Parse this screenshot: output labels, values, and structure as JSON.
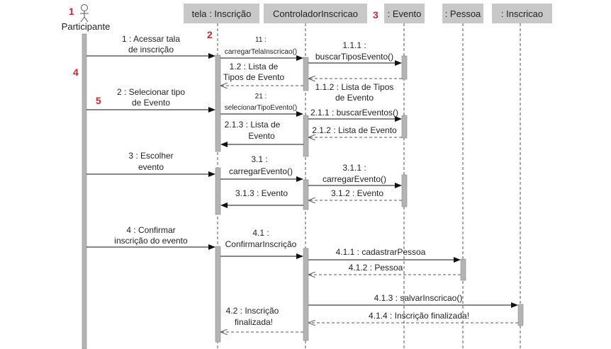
{
  "actor": {
    "label": "Participante"
  },
  "lifelines": {
    "tela": "tela : Inscrição",
    "controlador": "ControladorInscricao",
    "evento": ": Evento",
    "pessoa": ": Pessoa",
    "inscricao": ": Inscricao"
  },
  "markers": {
    "m1": "1",
    "m2": "2",
    "m3": "3",
    "m4": "4",
    "m5": "5"
  },
  "messages": {
    "m1_l1": "1 : Acessar tala",
    "m1_l2": "de inscrição",
    "m11_l1": "11 :",
    "m11_l2": "carregarTelaInscricao()",
    "m111": "1.1.1 :",
    "m111_b": "buscarTiposEvento()",
    "m12_l1": "1.2 : Lista de",
    "m12_l2": "Tipos de Evento",
    "m112_l1": "1.1.2 : Lista de Tipos",
    "m112_l2": "de Evento",
    "m2_l1": "2 : Selecionar tipo",
    "m2_l2": "de Evento",
    "m21_l1": "21 :",
    "m21_l2": "selecionarTipoEvento()",
    "m211": "2.1.1 : buscarEventos()",
    "m213_l1": "2.1.3 : Lista de",
    "m213_l2": "Evento",
    "m212": "2.1.2 : Lista de Evento",
    "m3_l1": "3 : Escolher",
    "m3_l2": "evento",
    "m31_l1": "3.1 :",
    "m31_l2": "carregarEvento()",
    "m311_l1": "3.1.1 :",
    "m311_l2": "carregarEvento()",
    "m313": "3.1.3 : Evento",
    "m312": "3.1.2 : Evento",
    "m4_l1": "4 : Confirmar",
    "m4_l2": "inscrição do evento",
    "m41_l1": "4.1 :",
    "m41_l2": "ConfirmarInscrição",
    "m411": "4.1.1 : cadastrarPessoa",
    "m412": "4.1.2 : Pessoa",
    "m413": "4.1.3 : salvarInscricao()",
    "m414": "4.1.4 : Inscrição finalizada!",
    "m42_l1": "4.2 : Inscrição",
    "m42_l2": "finalizada!"
  }
}
